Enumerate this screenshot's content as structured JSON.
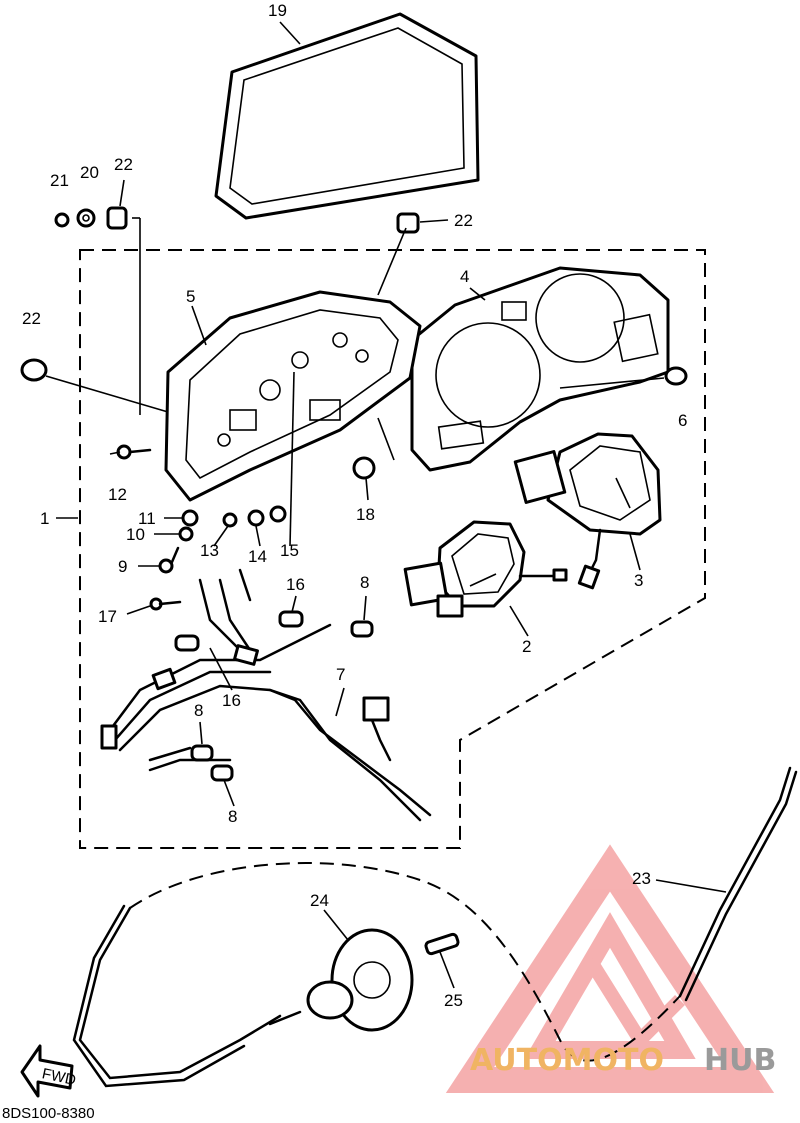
{
  "diagram": {
    "drawing_code": "8DS100-8380",
    "direction_tag": "FWD",
    "part_numbers": [
      "1",
      "2",
      "3",
      "4",
      "5",
      "6",
      "7",
      "8",
      "9",
      "10",
      "11",
      "12",
      "13",
      "14",
      "15",
      "16",
      "17",
      "18",
      "19",
      "20",
      "21",
      "22",
      "23",
      "24",
      "25"
    ],
    "callouts": {
      "n1": "1",
      "n2": "2",
      "n3": "3",
      "n4": "4",
      "n5": "5",
      "n6": "6",
      "n7": "7",
      "n8a": "8",
      "n8b": "8",
      "n8c": "8",
      "n9": "9",
      "n10": "10",
      "n11": "11",
      "n12": "12",
      "n13": "13",
      "n14": "14",
      "n15": "15",
      "n16a": "16",
      "n16b": "16",
      "n17": "17",
      "n18": "18",
      "n19": "19",
      "n20": "20",
      "n21": "21",
      "n22a": "22",
      "n22b": "22",
      "n22c": "22",
      "n23": "23",
      "n24": "24",
      "n25": "25"
    }
  },
  "watermark": {
    "brand_part1": "AUTOMOTO",
    "brand_part2": "HUB",
    "color_logo": "#f4a3a3",
    "color_text_1": "#f0b463",
    "color_text_2": "#9a9a9a"
  }
}
